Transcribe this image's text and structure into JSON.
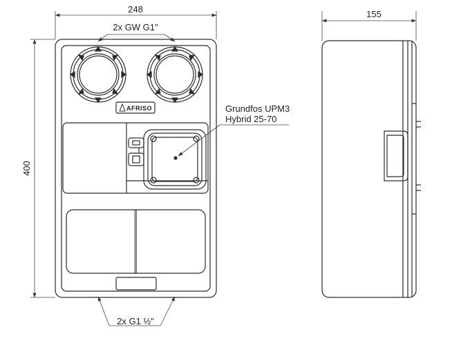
{
  "dimensions": {
    "front_width": "248",
    "height": "400",
    "side_depth": "155"
  },
  "callouts": {
    "top_connection": "2x GW G1\"",
    "bottom_connection": "2x G1 ½\"",
    "pump_line1": "Grundfos UPM3",
    "pump_line2": "Hybrid 25-70"
  },
  "brand": {
    "logo_text": "AFRISO"
  },
  "colors": {
    "line": "#2b2b2b",
    "dim_line": "#444444",
    "background": "#ffffff"
  }
}
